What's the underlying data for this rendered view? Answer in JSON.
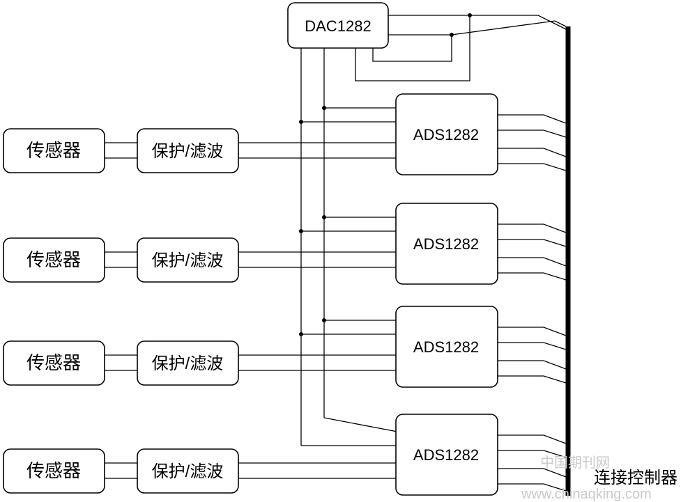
{
  "dac": {
    "label": "DAC1282"
  },
  "adc": {
    "label": "ADS1282"
  },
  "sensor": {
    "label": "传感器"
  },
  "filter": {
    "label": "保护/滤波"
  },
  "controller": {
    "label": "连接控制器"
  },
  "channel_count": 4,
  "watermark": {
    "cn": "中国期刊网",
    "url": "www.chinaqking.com"
  }
}
